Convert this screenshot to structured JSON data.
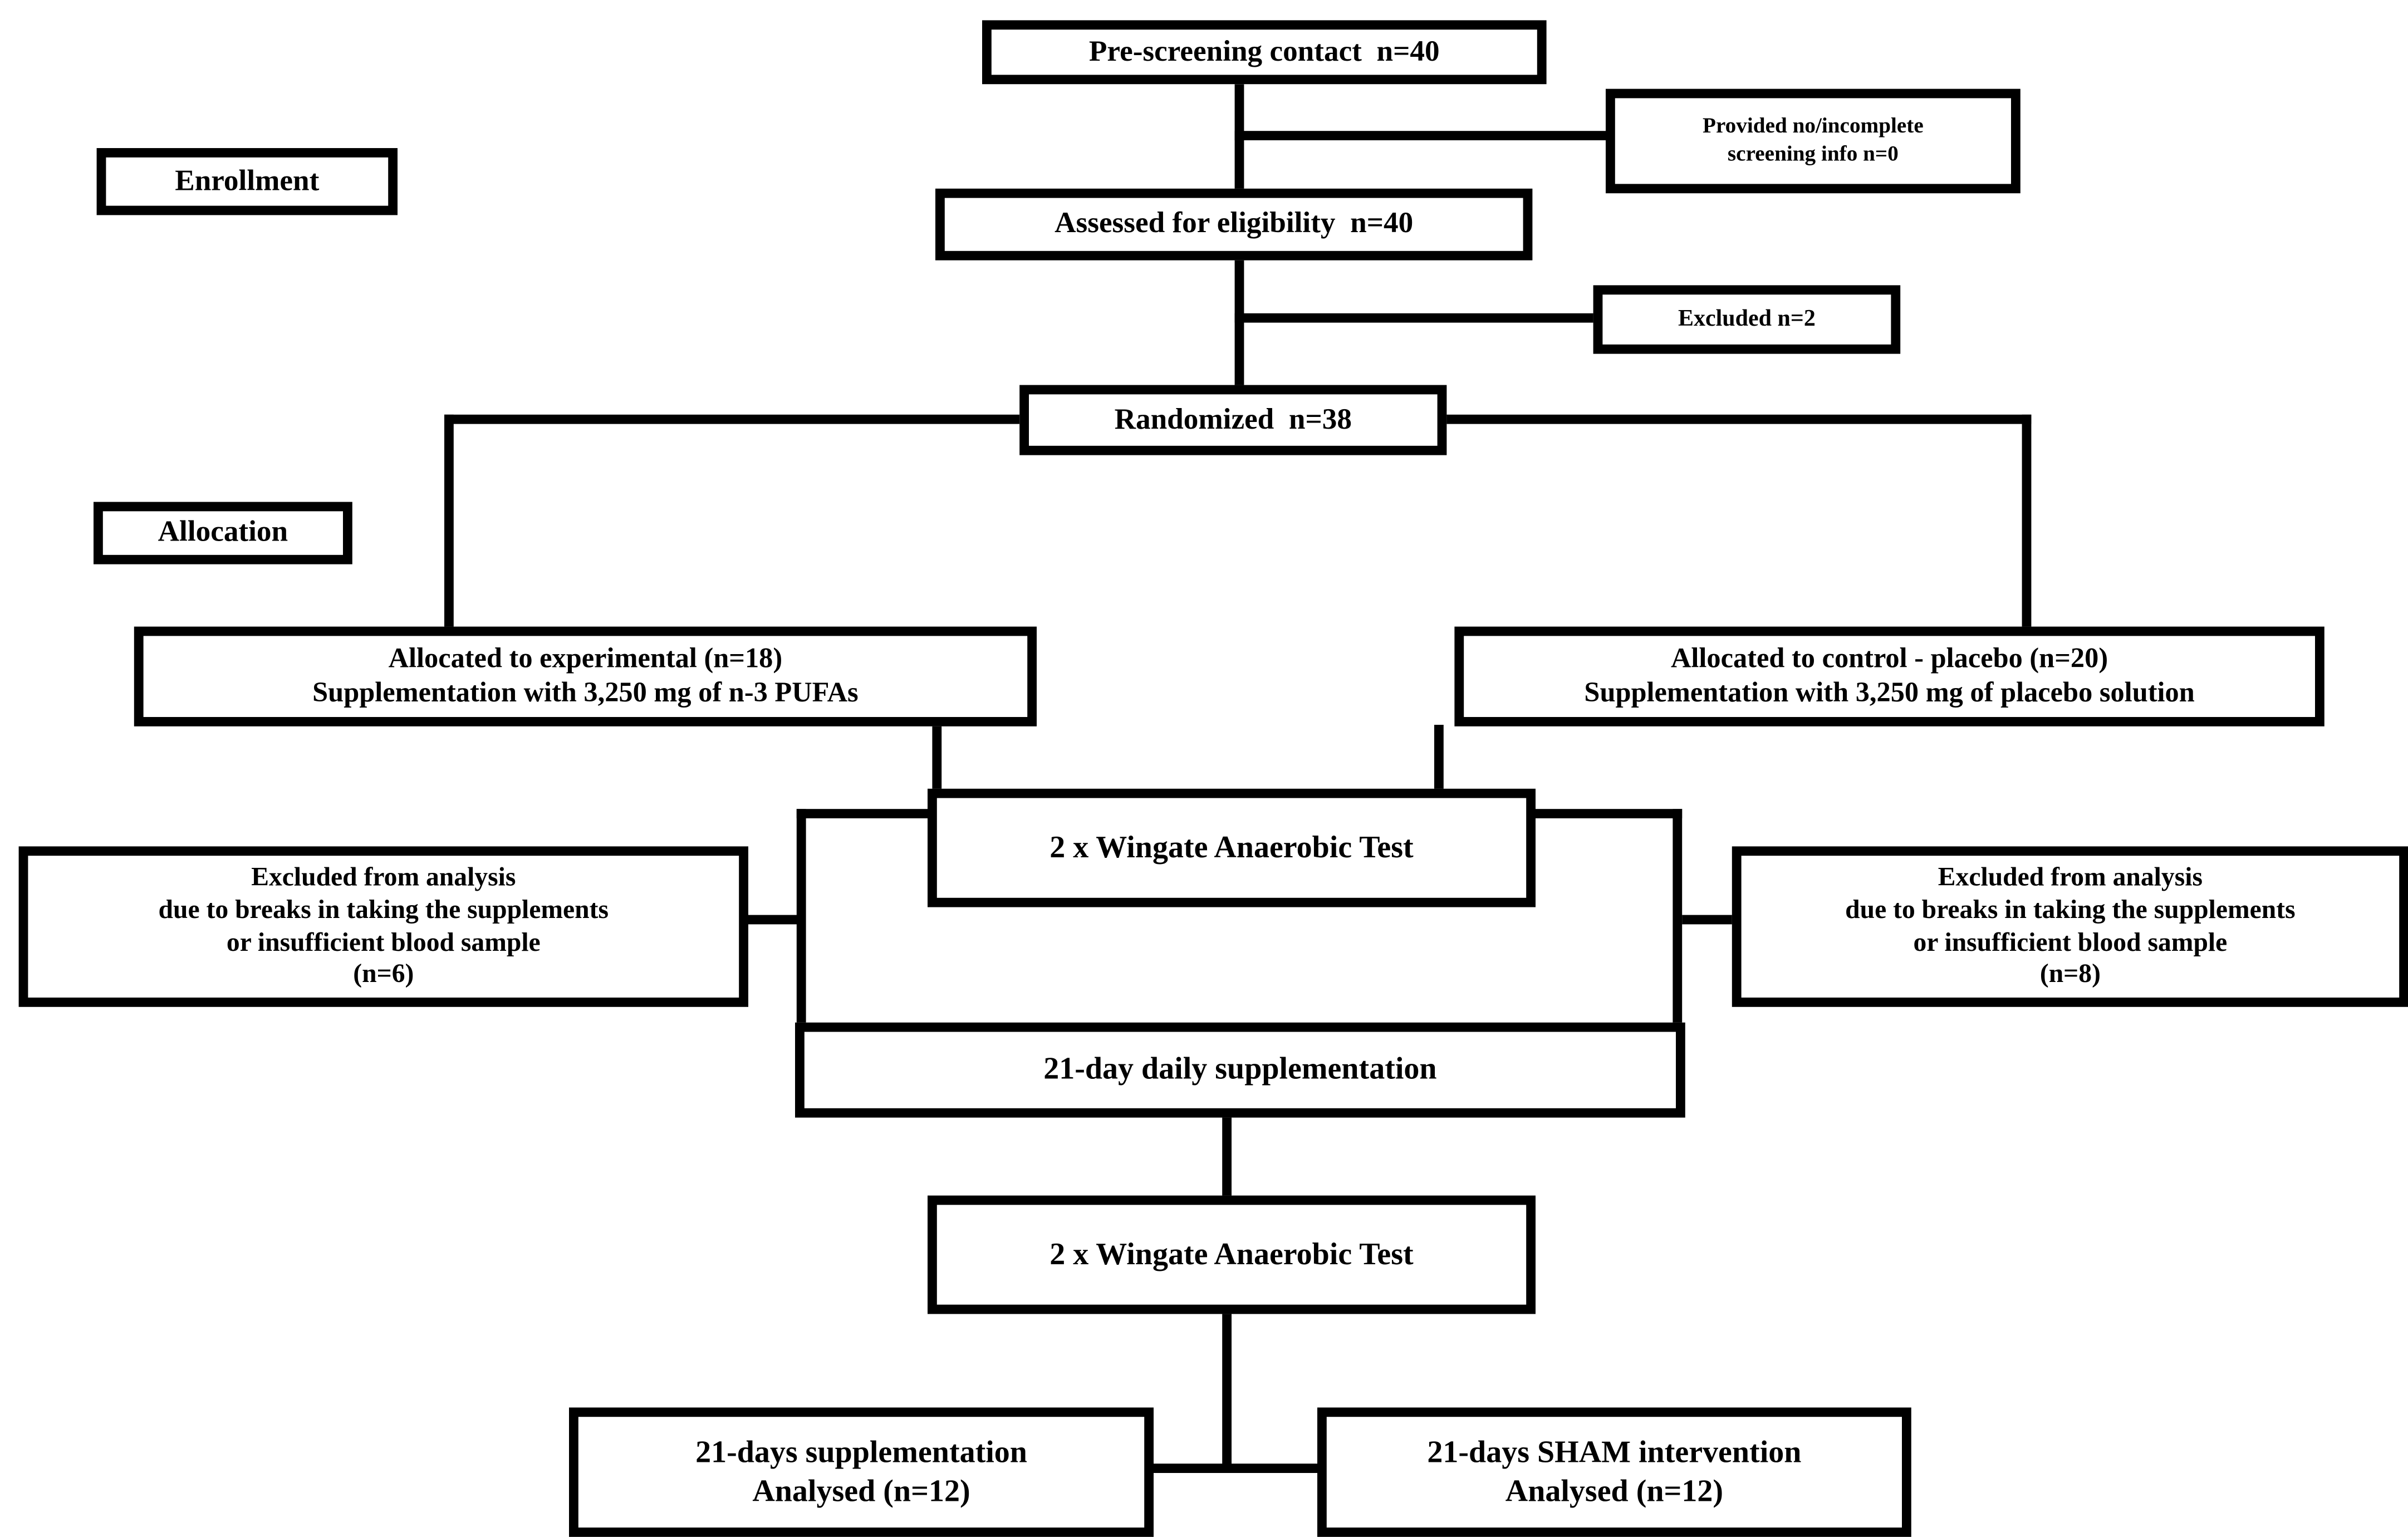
{
  "figure": {
    "type": "participant-flow-diagram",
    "stages": {
      "enrollment": "Enrollment",
      "allocation": "Allocation"
    },
    "boxes": {
      "pre_screening": {
        "lines": [
          "Pre-screening contact  n=40"
        ]
      },
      "no_screening_info": {
        "lines": [
          "Provided no/incomplete",
          "screening info n=0"
        ]
      },
      "assessed": {
        "lines": [
          "Assessed for eligibility  n=40"
        ]
      },
      "excluded": {
        "lines": [
          "Excluded n=2"
        ]
      },
      "randomized": {
        "lines": [
          "Randomized  n=38"
        ]
      },
      "allocated_experimental": {
        "lines": [
          "Allocated to experimental (n=18)",
          "Supplementation with 3,250 mg of n-3 PUFAs"
        ]
      },
      "allocated_control": {
        "lines": [
          "Allocated to control - placebo (n=20)",
          "Supplementation with 3,250 mg of placebo solution"
        ]
      },
      "wingate_baseline": {
        "lines": [
          "2 x Wingate Anaerobic Test"
        ]
      },
      "excluded_experimental": {
        "lines": [
          "Excluded from analysis",
          "due to breaks in taking the supplements",
          "or insufficient blood sample",
          "(n=6)"
        ]
      },
      "excluded_control": {
        "lines": [
          "Excluded from analysis",
          "due to breaks in taking the supplements",
          "or insufficient blood sample",
          "(n=8)"
        ]
      },
      "supplementation_period": {
        "lines": [
          "21-day daily supplementation"
        ]
      },
      "wingate_post": {
        "lines": [
          "2 x Wingate Anaerobic Test"
        ]
      },
      "analysed_supplementation": {
        "lines": [
          "21-days supplementation",
          "Analysed (n=12)"
        ]
      },
      "analysed_sham": {
        "lines": [
          "21-days SHAM intervention",
          "Analysed (n=12)"
        ]
      }
    },
    "colors": {
      "line": "#000000",
      "box_background": "#ffffff",
      "page_background": "#ffffff"
    }
  }
}
